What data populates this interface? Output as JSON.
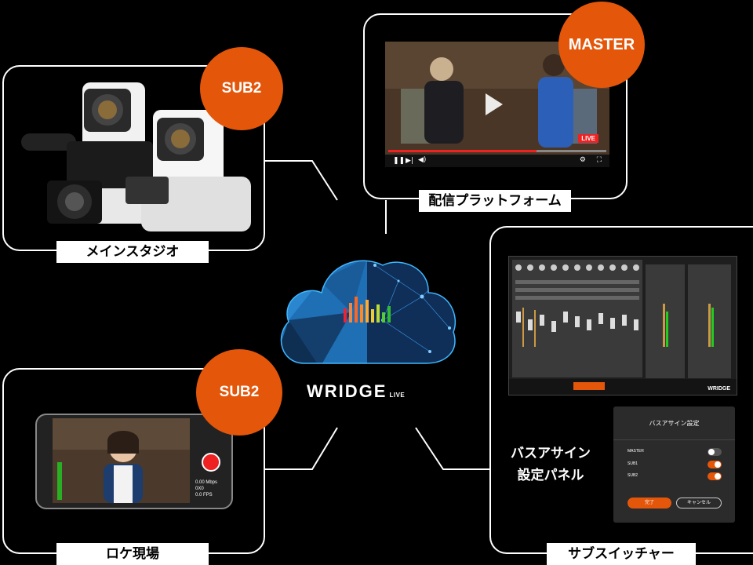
{
  "panels": {
    "main_studio": {
      "label": "メインスタジオ",
      "badge": "SUB2"
    },
    "streaming": {
      "label": "配信プラットフォーム",
      "badge": "MASTER",
      "live_tag": "LIVE"
    },
    "location": {
      "label": "ロケ現場",
      "badge": "SUB2",
      "stats": [
        "0.00 Mbps",
        "0X0",
        "0.0 FPS"
      ]
    },
    "switcher": {
      "label": "サブスイッチャー",
      "caption_line1": "バスアサイン",
      "caption_line2": "設定パネル",
      "dialog": {
        "title": "バスアサイン設定",
        "rows": [
          {
            "name": "MASTER",
            "on": false
          },
          {
            "name": "SUB1",
            "on": true
          },
          {
            "name": "SUB2",
            "on": true
          }
        ],
        "ok": "完了",
        "cancel": "キャンセル"
      },
      "mixer_brand": "WRIDGE"
    }
  },
  "center": {
    "logo": "WRIDGE",
    "logo_suffix": "LIVE"
  },
  "colors": {
    "accent": "#e4560a",
    "background": "#000000",
    "cloud_left": "#1f6fb5",
    "cloud_right": "#0f2e58"
  }
}
